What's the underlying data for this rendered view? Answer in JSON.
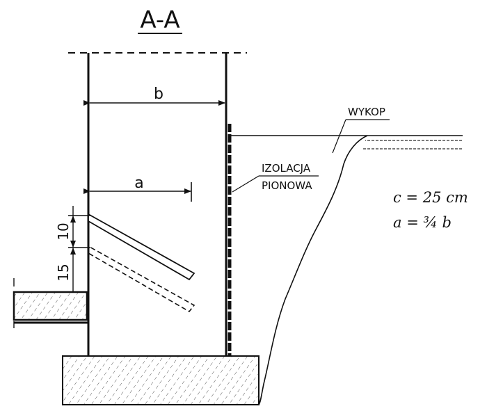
{
  "drawing": {
    "section_title": "A-A",
    "label_b": "b",
    "label_a": "a",
    "label_10": "10",
    "label_15": "15",
    "label_wykop": "WYKOP",
    "label_izolacja_line1": "IZOLACJA",
    "label_izolacja_line2": "PIONOWA",
    "formula_c": "c = 25 cm",
    "formula_a": "a = ¾ b"
  },
  "colors": {
    "ink": "#111111",
    "background": "#ffffff"
  }
}
